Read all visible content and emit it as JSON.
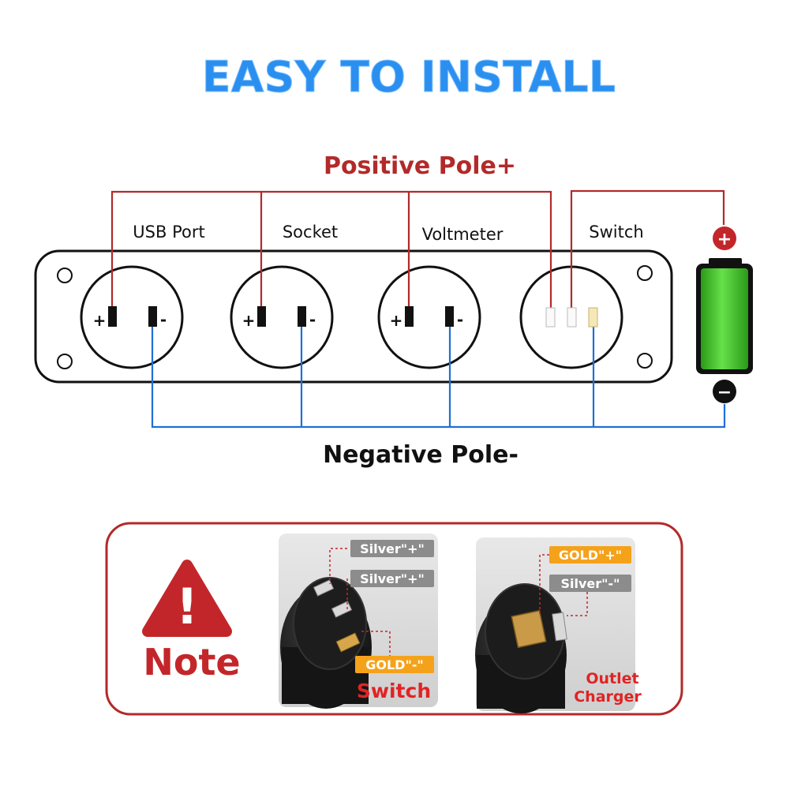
{
  "title": "EASY TO INSTALL",
  "positive_pole_label": "Positive Pole+",
  "negative_pole_label": "Negative Pole-",
  "components": [
    {
      "label": "USB Port"
    },
    {
      "label": "Socket"
    },
    {
      "label": "Voltmeter"
    },
    {
      "label": "Switch"
    }
  ],
  "terminal_plus": "+",
  "terminal_minus": "-",
  "battery": {
    "plus": "+",
    "minus": "−"
  },
  "note": {
    "warning_mark": "!",
    "label": "Note",
    "switch_panel": {
      "tags": [
        {
          "text": "Silver\"+\"",
          "style": "silver"
        },
        {
          "text": "Silver\"+\"",
          "style": "silver"
        },
        {
          "text": "GOLD\"-\"",
          "style": "gold"
        }
      ],
      "caption": "Switch"
    },
    "outlet_panel": {
      "tags": [
        {
          "text": "GOLD\"+\"",
          "style": "gold"
        },
        {
          "text": "Silver\"-\"",
          "style": "silver"
        }
      ],
      "caption_line1": "Outlet",
      "caption_line2": "Charger"
    }
  },
  "colors": {
    "title_blue": "#2b8fef",
    "positive_red": "#b22a2a",
    "negative_blue": "#1f6fd6",
    "note_red": "#b22a2a",
    "gold": "#f5a21b",
    "silver": "#8c8c8c",
    "battery_green": "#3fc524"
  },
  "icons": [
    "warning-triangle-icon",
    "battery-icon"
  ]
}
